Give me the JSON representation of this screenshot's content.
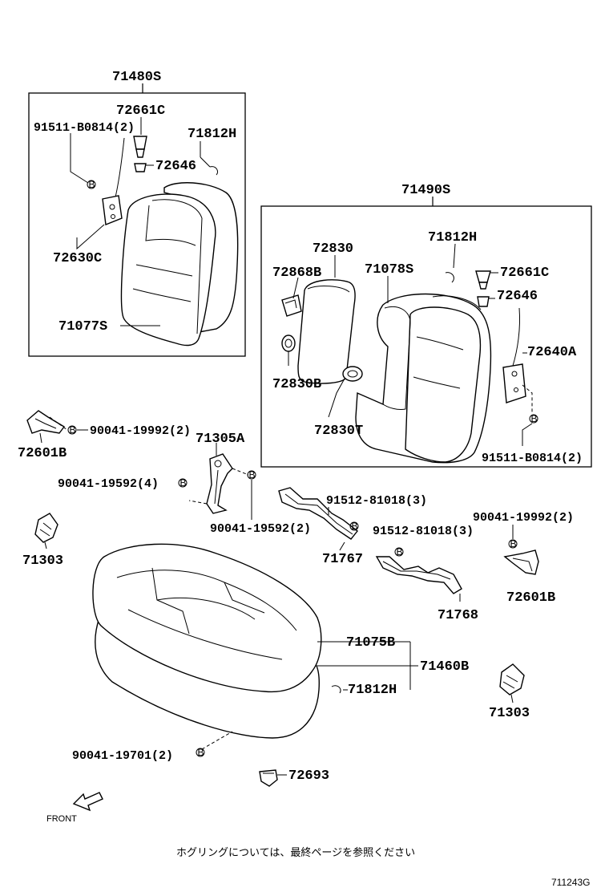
{
  "groups": {
    "upper_left_assembly": "71480S",
    "upper_right_assembly": "71490S"
  },
  "labels": {
    "l_72661C_a": "72661C",
    "l_91511_a": "91511-B0814(2)",
    "l_71812H_a": "71812H",
    "l_72646_a": "72646",
    "l_72630C": "72630C",
    "l_71077S": "71077S",
    "l_72830": "72830",
    "l_71812H_b": "71812H",
    "l_72868B": "72868B",
    "l_71078S": "71078S",
    "l_72661C_b": "72661C",
    "l_72646_b": "72646",
    "l_72640A": "72640A",
    "l_72830B": "72830B",
    "l_72830T": "72830T",
    "l_91511_b": "91511-B0814(2)",
    "l_90041_19992_a": "90041-19992(2)",
    "l_72601B_a": "72601B",
    "l_71305A": "71305A",
    "l_90041_19592_4": "90041-19592(4)",
    "l_91512_81018_a": "91512-81018(3)",
    "l_90041_19992_b": "90041-19992(2)",
    "l_71303_a": "71303",
    "l_90041_19592_2": "90041-19592(2)",
    "l_91512_81018_b": "91512-81018(3)",
    "l_71767": "71767",
    "l_72601B_b": "72601B",
    "l_71768": "71768",
    "l_71075B": "71075B",
    "l_71460B": "71460B",
    "l_71812H_c": "71812H",
    "l_71303_b": "71303",
    "l_90041_19701": "90041-19701(2)",
    "l_72693": "72693"
  },
  "bolt_mark": "B",
  "front_label": "FRONT",
  "note": "ホグリングについては、最終ページを参照ください",
  "figure_code": "711243G"
}
